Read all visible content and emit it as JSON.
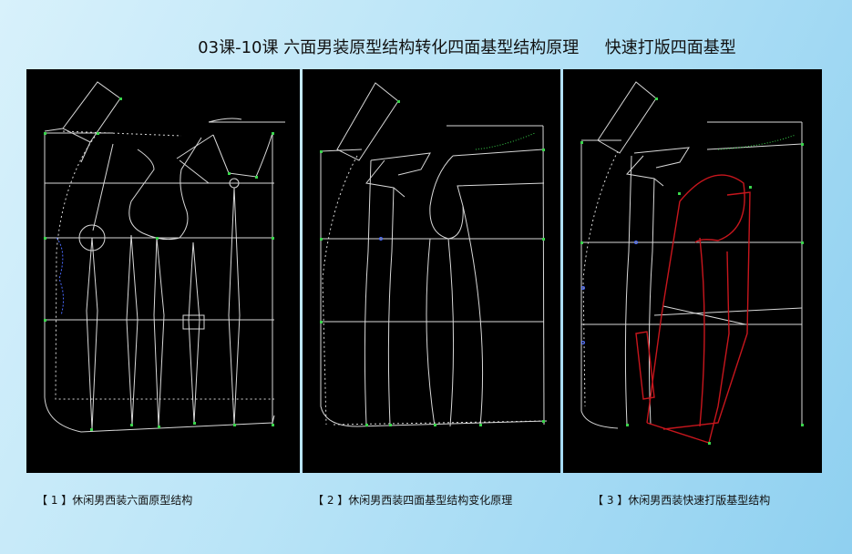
{
  "header": {
    "title": "03课-10课 六面男装原型结构转化四面基型结构原理     快速打版四面基型"
  },
  "panels": [
    {
      "caption": "【 1 】休闲男西装六面原型结构"
    },
    {
      "caption": "【 2 】休闲男西装四面基型结构变化原理"
    },
    {
      "caption": "【 3 】休闲男西装快速打版基型结构"
    }
  ],
  "colors": {
    "background": "#000000",
    "line": "#d8d8d8",
    "point": "#39d44b",
    "highlight": "#c8161d",
    "guide": "#4a6bff"
  }
}
